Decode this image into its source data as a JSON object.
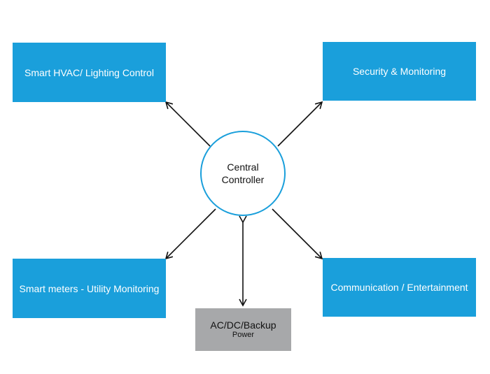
{
  "colors": {
    "node_fill": "#1a9fdb",
    "power_fill": "#a7a8aa",
    "controller_border": "#1a9fdb",
    "arrow": "#111111"
  },
  "nodes": {
    "hvac": "Smart HVAC/ Lighting Control",
    "security": "Security & Monitoring",
    "meters": "Smart meters - Utility Monitoring",
    "communication": "Communication / Entertainment",
    "power_main": "AC/DC/Backup",
    "power_sub": "Power",
    "controller_line1": "Central",
    "controller_line2": "Controller"
  },
  "connections": [
    {
      "from": "controller",
      "to": "hvac",
      "direction": "to"
    },
    {
      "from": "controller",
      "to": "security",
      "direction": "to"
    },
    {
      "from": "controller",
      "to": "meters",
      "direction": "to"
    },
    {
      "from": "controller",
      "to": "communication",
      "direction": "to"
    },
    {
      "from": "controller",
      "to": "power",
      "direction": "both"
    }
  ]
}
